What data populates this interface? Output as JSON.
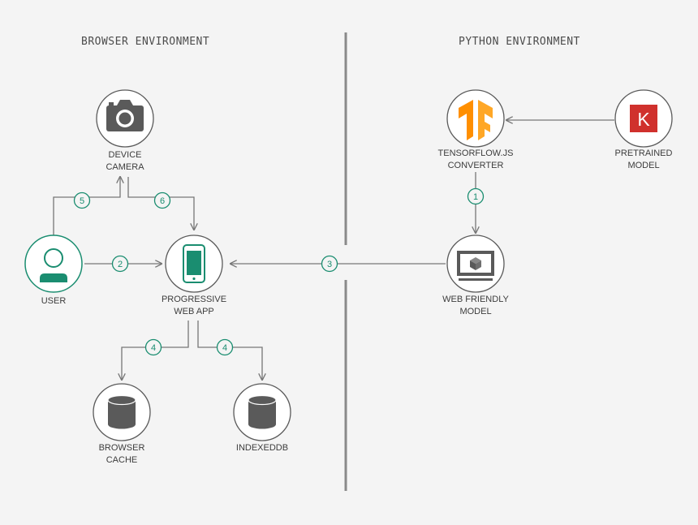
{
  "sections": {
    "browser_title": "BROWSER ENVIRONMENT",
    "python_title": "PYTHON ENVIRONMENT"
  },
  "nodes": {
    "device_camera": {
      "line1": "DEVICE",
      "line2": "CAMERA",
      "icon": "camera-icon"
    },
    "user": {
      "line1": "USER",
      "icon": "user-icon"
    },
    "pwa": {
      "line1": "PROGRESSIVE",
      "line2": "WEB APP",
      "icon": "phone-icon"
    },
    "browser_cache": {
      "line1": "BROWSER",
      "line2": "CACHE",
      "icon": "database-icon"
    },
    "indexeddb": {
      "line1": "INDEXEDDB",
      "icon": "database-icon"
    },
    "tfjs_converter": {
      "line1": "TENSORFLOW.JS",
      "line2": "CONVERTER",
      "icon": "tensorflow-logo"
    },
    "pretrained_model": {
      "line1": "PRETRAINED",
      "line2": "MODEL",
      "icon": "keras-logo"
    },
    "web_model": {
      "line1": "WEB FRIENDLY",
      "line2": "MODEL",
      "icon": "monitor-icon"
    },
    "keras_letter": "K"
  },
  "steps": {
    "user_to_camera": "5",
    "camera_to_pwa": "6",
    "user_to_pwa": "2",
    "model_to_pwa": "3",
    "converter_to_model": "1",
    "pwa_to_cache": "4",
    "pwa_to_indexeddb": "4"
  },
  "colors": {
    "background": "#f4f4f4",
    "accent": "#1a8d70",
    "icon_gray": "#5a5a5a",
    "line_gray": "#777777",
    "keras_red": "#d0312d",
    "tf_orange": "#ff8f00"
  }
}
